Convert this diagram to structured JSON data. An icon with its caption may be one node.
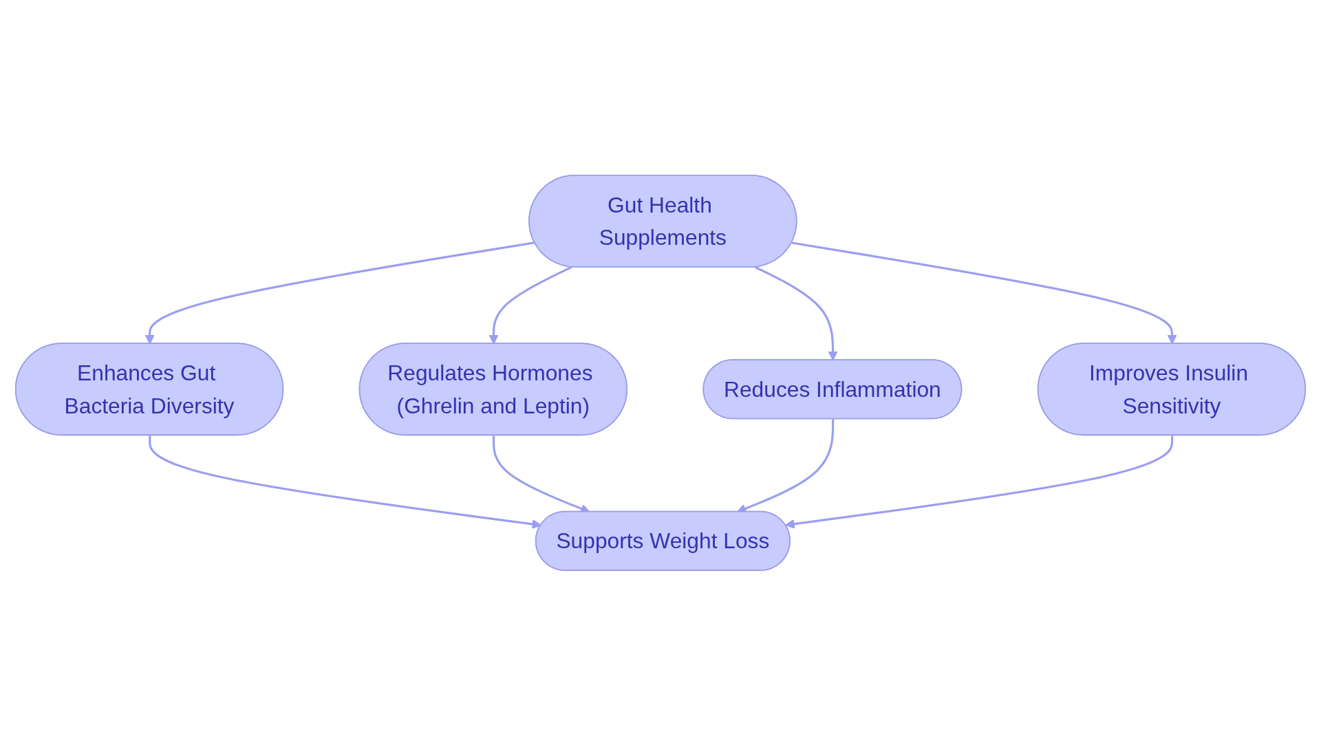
{
  "diagram": {
    "nodes": [
      {
        "text": [
          "Gut Health Supplements"
        ]
      },
      {
        "text": [
          "Enhances Gut Bacteria Diversity"
        ]
      },
      {
        "text": [
          "Regulates Hormones (Ghrelin and Leptin)"
        ]
      },
      {
        "text": [
          "Reduces Inflammation"
        ]
      },
      {
        "text": [
          "Improves Insulin Sensitivity"
        ]
      },
      {
        "text": [
          "Supports Weight Loss"
        ]
      }
    ],
    "edges": [
      {
        "from": 0,
        "to": 1,
        "arrow": "to"
      },
      {
        "from": 0,
        "to": 2,
        "arrow": "to"
      },
      {
        "from": 0,
        "to": 3,
        "arrow": "to"
      },
      {
        "from": 0,
        "to": 4,
        "arrow": "to"
      },
      {
        "from": 1,
        "to": 5,
        "arrow": "to"
      },
      {
        "from": 2,
        "to": 5,
        "arrow": "to"
      },
      {
        "from": 3,
        "to": 5,
        "arrow": "to"
      },
      {
        "from": 4,
        "to": 5,
        "arrow": "to"
      }
    ]
  }
}
